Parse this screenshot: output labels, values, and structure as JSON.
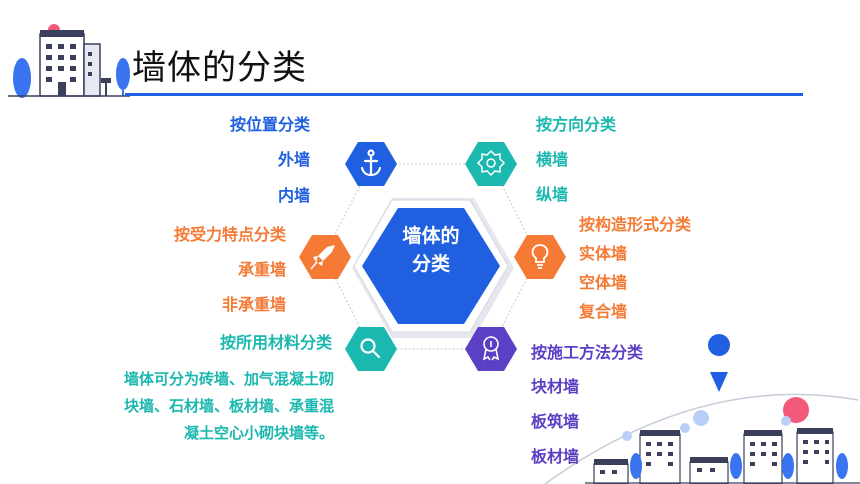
{
  "title": "墙体的分类",
  "center": {
    "line1": "墙体的",
    "line2": "分类"
  },
  "groups": {
    "position": {
      "heading": "按位置分类",
      "items": [
        "外墙",
        "内墙"
      ]
    },
    "direction": {
      "heading": "按方向分类",
      "items": [
        "横墙",
        "纵墙"
      ]
    },
    "force": {
      "heading": "按受力特点分类",
      "items": [
        "承重墙",
        "非承重墙"
      ]
    },
    "construction": {
      "heading": "按构造形式分类",
      "items": [
        "实体墙",
        "空体墙",
        "复合墙"
      ]
    },
    "material": {
      "heading": "按所用材料分类",
      "lines": [
        "墙体可分为砖墙、加气混凝土砌",
        "块墙、石材墙、板材墙、承重混",
        "凝土空心小砌块墙等。"
      ]
    },
    "method": {
      "heading": "按施工方法分类",
      "items": [
        "块材墙",
        "板筑墙",
        "板材墙"
      ]
    }
  },
  "colors": {
    "blue": "#1f5fe0",
    "teal": "#1bb8b0",
    "orange": "#f47a35",
    "purple": "#5b3fc4",
    "center_fill": "#1f5fe0"
  },
  "icons": {
    "position": "anchor-icon",
    "direction": "gear-icon",
    "force": "rocket-icon",
    "construction": "lightbulb-icon",
    "material": "magnifier-icon",
    "method": "award-icon"
  }
}
